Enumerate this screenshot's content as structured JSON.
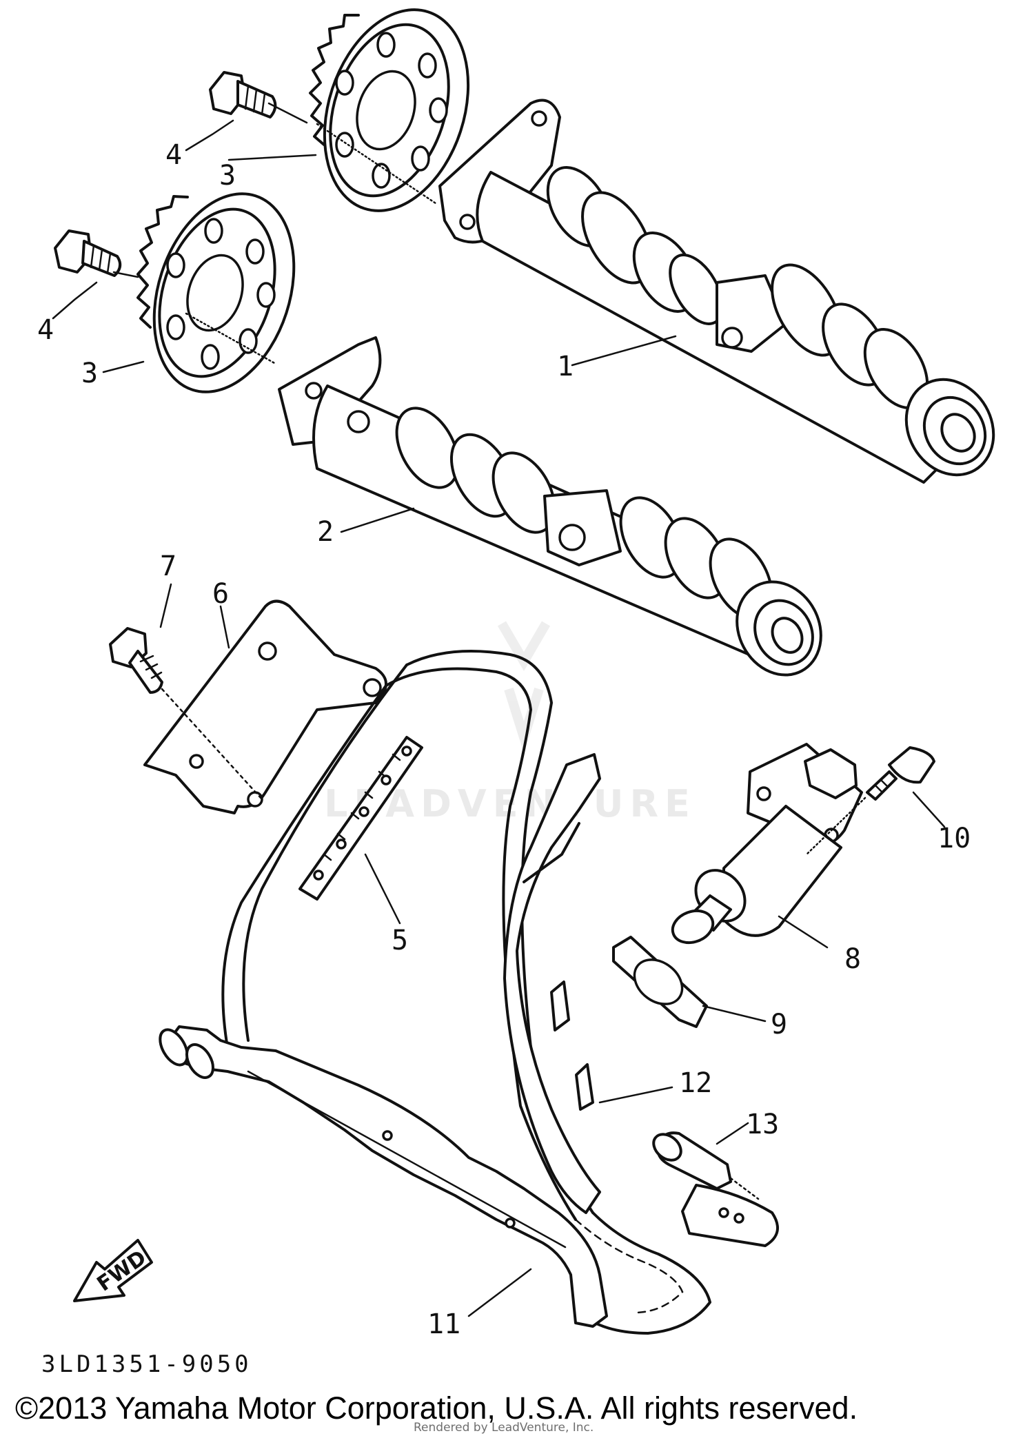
{
  "diagram": {
    "part_callouts": [
      {
        "id": "callout-1",
        "label": "1"
      },
      {
        "id": "callout-2",
        "label": "2"
      },
      {
        "id": "callout-3-upper",
        "label": "3"
      },
      {
        "id": "callout-3-lower",
        "label": "3"
      },
      {
        "id": "callout-4-upper",
        "label": "4"
      },
      {
        "id": "callout-4-lower",
        "label": "4"
      },
      {
        "id": "callout-5",
        "label": "5"
      },
      {
        "id": "callout-6",
        "label": "6"
      },
      {
        "id": "callout-7",
        "label": "7"
      },
      {
        "id": "callout-8",
        "label": "8"
      },
      {
        "id": "callout-9",
        "label": "9"
      },
      {
        "id": "callout-10",
        "label": "10"
      },
      {
        "id": "callout-11",
        "label": "11"
      },
      {
        "id": "callout-12",
        "label": "12"
      },
      {
        "id": "callout-13",
        "label": "13"
      }
    ],
    "fwd_label": "FWD",
    "watermark_text": "LEADVENTURE",
    "diagram_code": "3LD1351-9050"
  },
  "footer": {
    "copyright": "©2013 Yamaha Motor Corporation, U.S.A. All rights reserved.",
    "rendered_by": "Rendered by LeadVenture, Inc."
  }
}
